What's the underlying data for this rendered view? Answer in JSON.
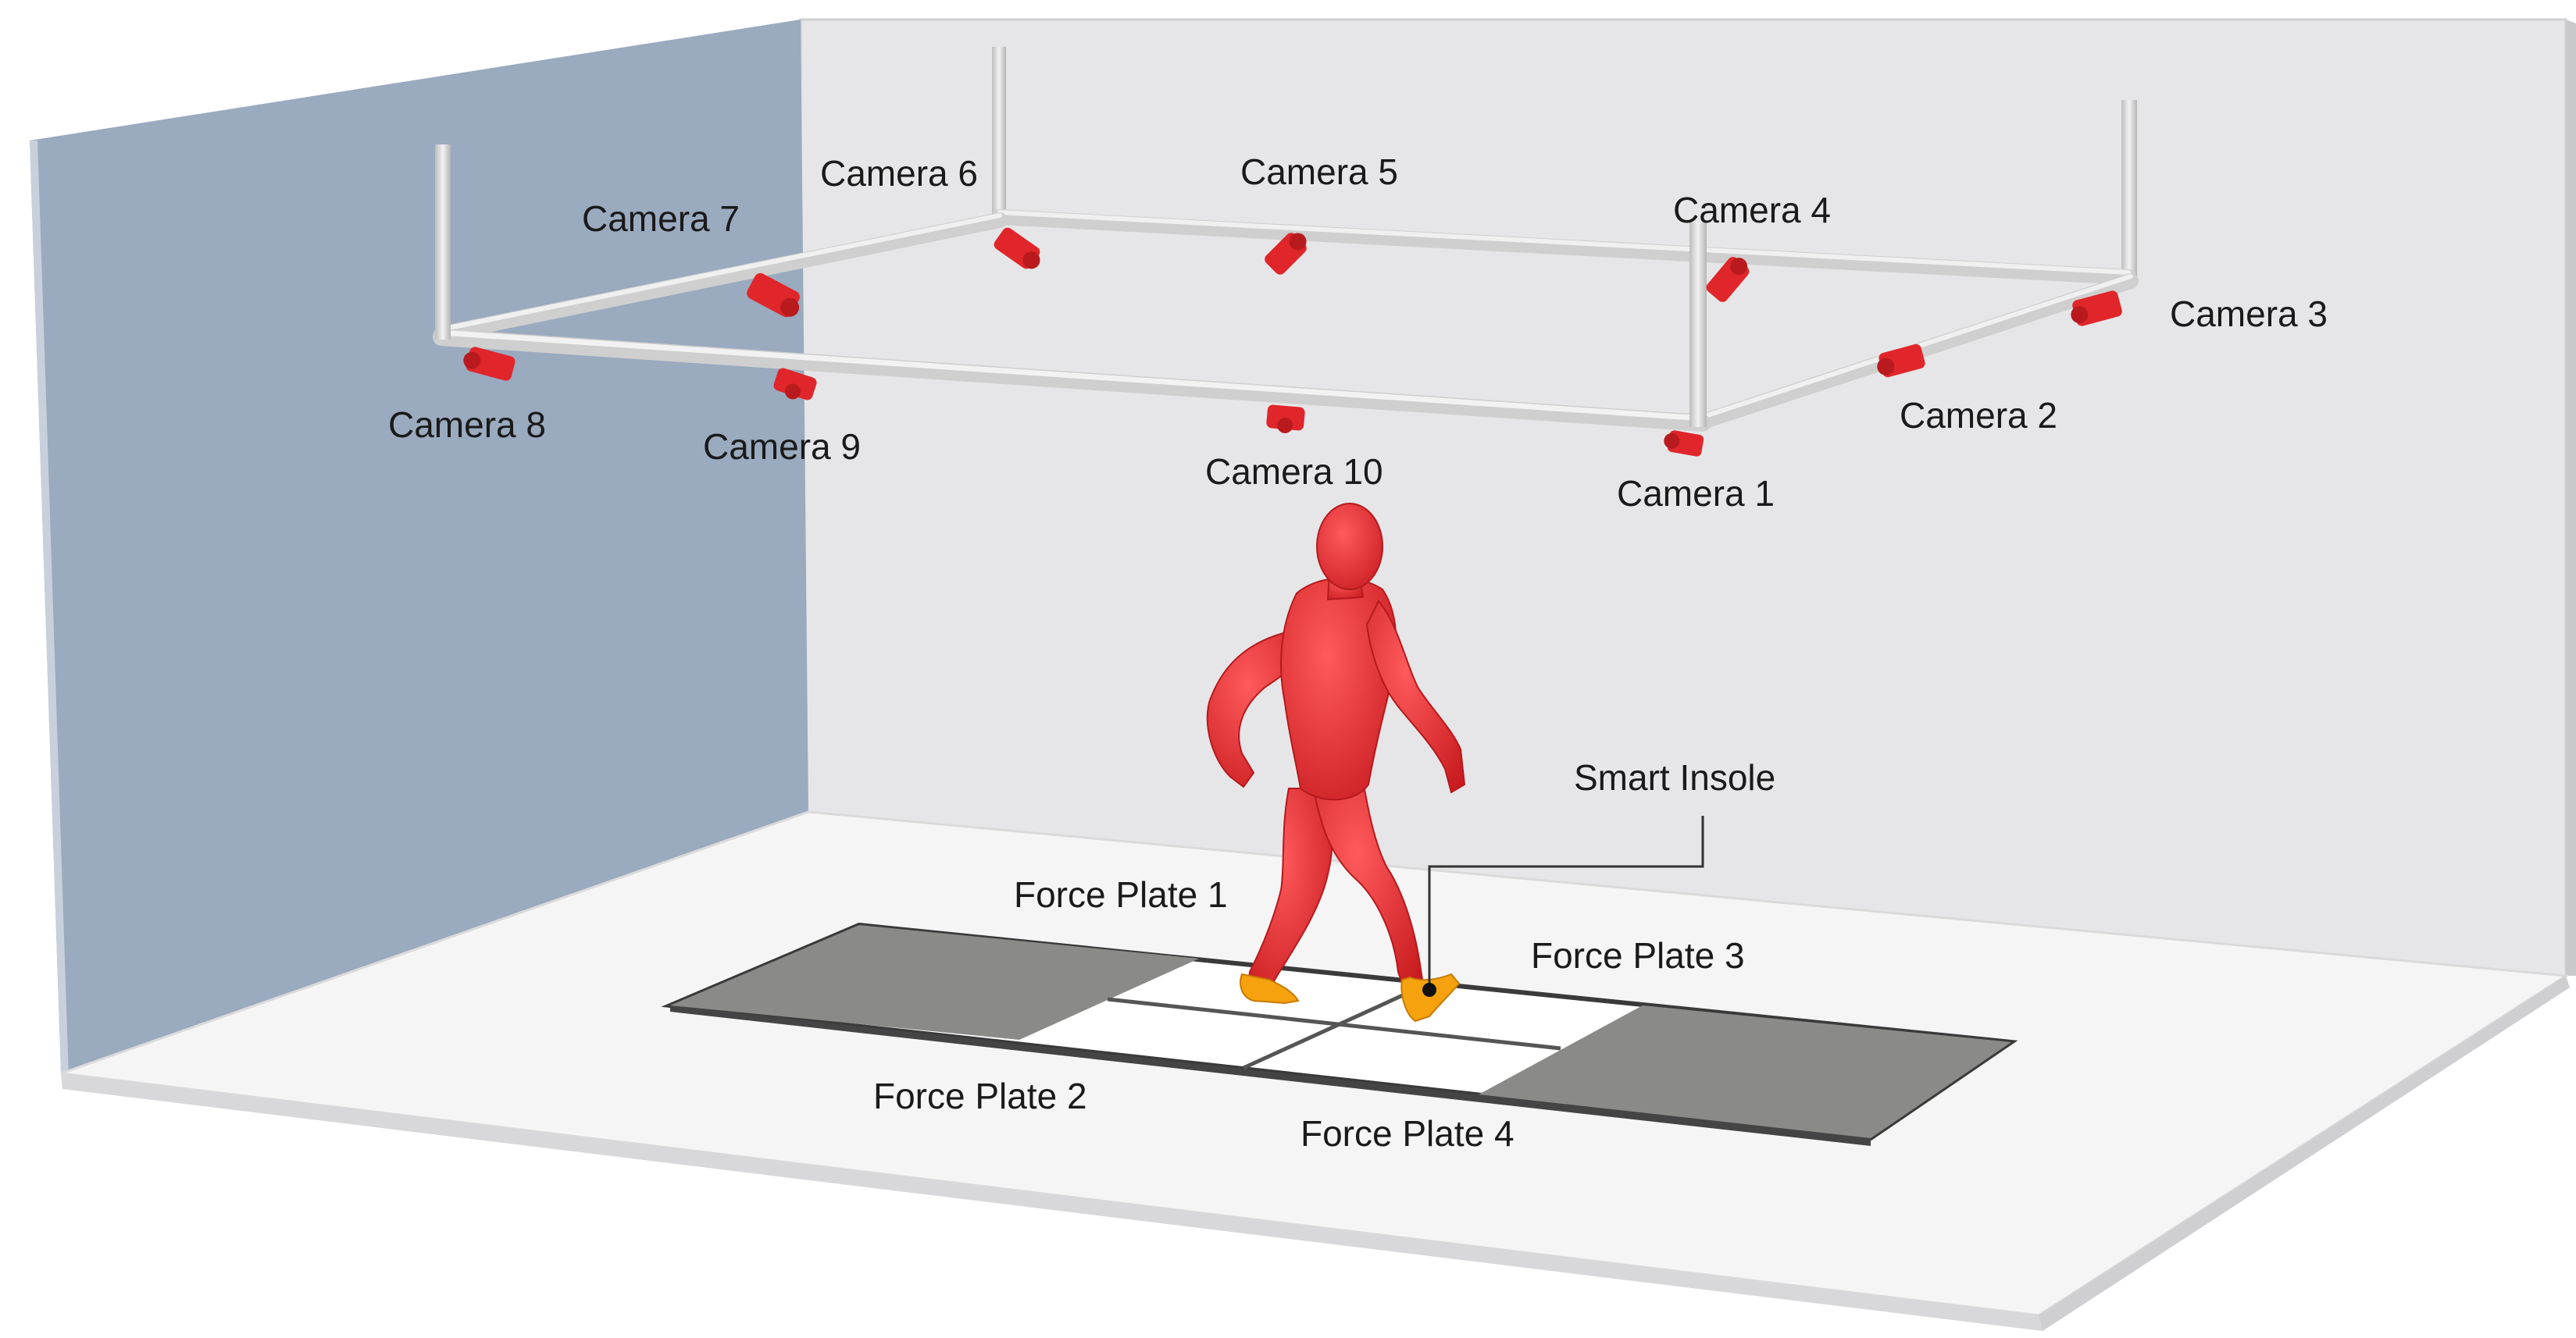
{
  "colors": {
    "side_wall": "#9aaabf",
    "back_wall": "#e6e6e8",
    "floor": "#f5f5f6",
    "rig": "#d9d9d9",
    "camera": "#e0262a",
    "figure": "#e8292c",
    "shoe": "#f5a20e",
    "plate_dark": "#8a8a88",
    "plate_light": "#ffffff"
  },
  "cameras": {
    "c1": "Camera 1",
    "c2": "Camera 2",
    "c3": "Camera 3",
    "c4": "Camera 4",
    "c5": "Camera 5",
    "c6": "Camera 6",
    "c7": "Camera 7",
    "c8": "Camera 8",
    "c9": "Camera 9",
    "c10": "Camera 10"
  },
  "force_plates": {
    "p1": "Force Plate 1",
    "p2": "Force Plate 2",
    "p3": "Force Plate 3",
    "p4": "Force Plate 4"
  },
  "sensor": {
    "insole": "Smart Insole"
  }
}
